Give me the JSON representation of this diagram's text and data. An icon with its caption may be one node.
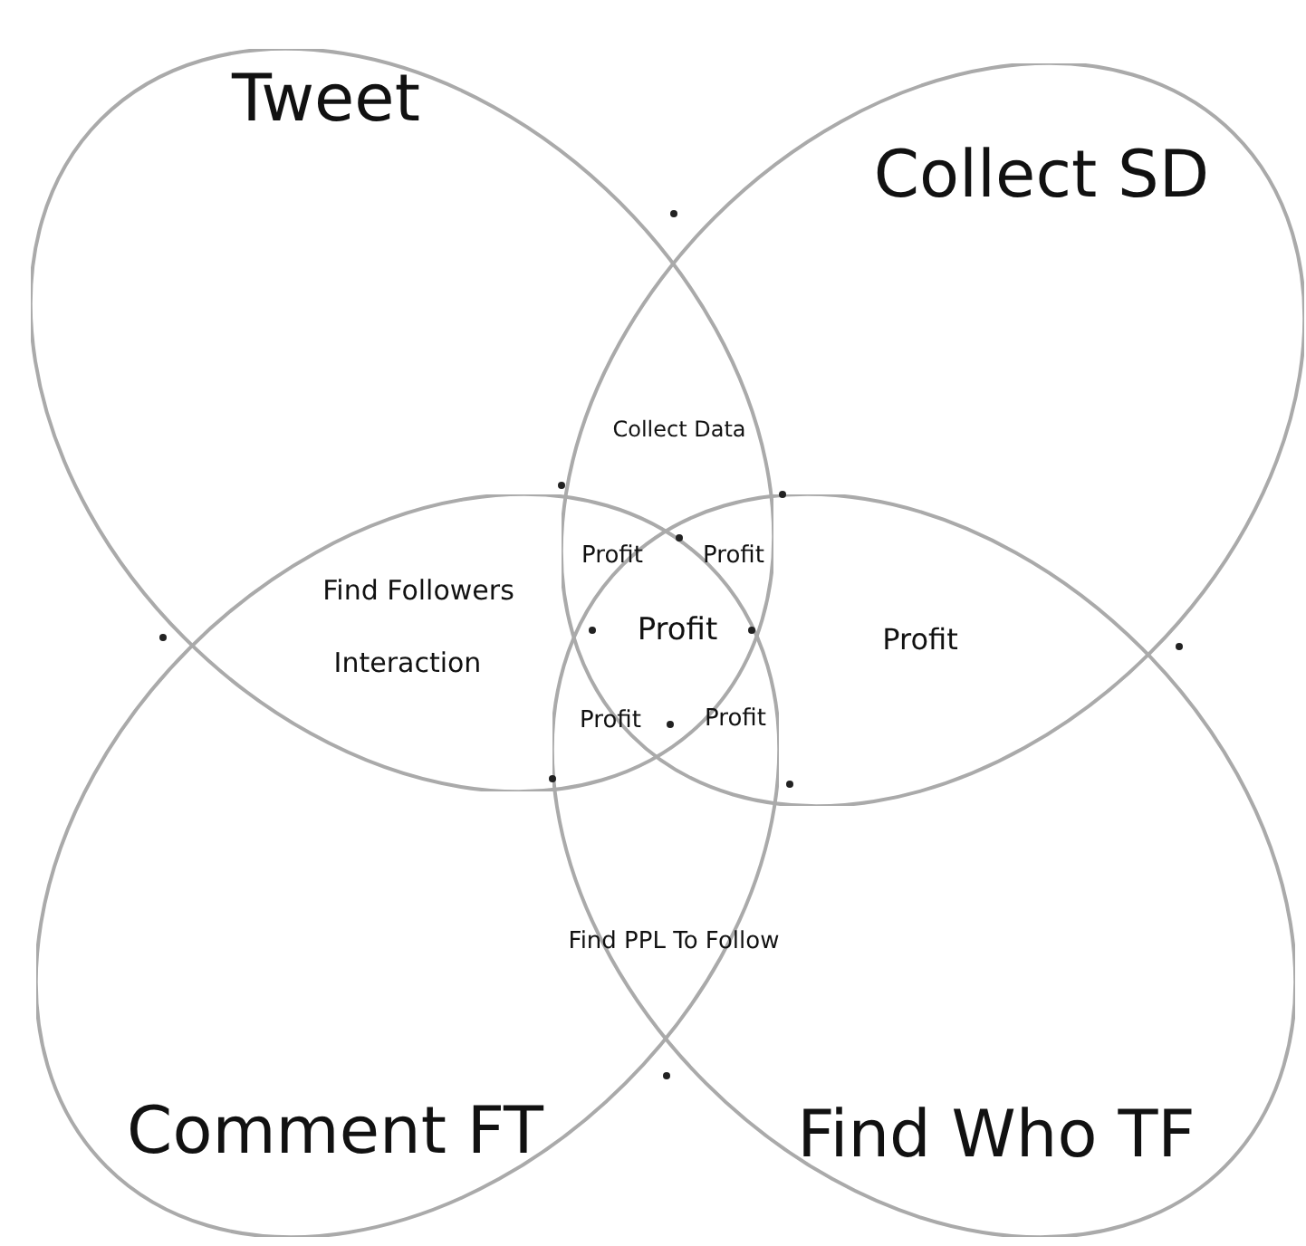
{
  "diagram": {
    "nodes": [
      {
        "text": [
          "Tweet"
        ]
      },
      {
        "text": [
          "Collect SD"
        ]
      },
      {
        "text": [
          "Comment FT"
        ]
      },
      {
        "text": [
          "Find Who TF"
        ]
      }
    ],
    "labels": [
      "Collect Data",
      "Profit",
      "Profit",
      "Find Followers",
      "Profit",
      "Profit",
      "Interaction",
      "Profit",
      "Profit",
      "Find PPL To Follow"
    ]
  }
}
